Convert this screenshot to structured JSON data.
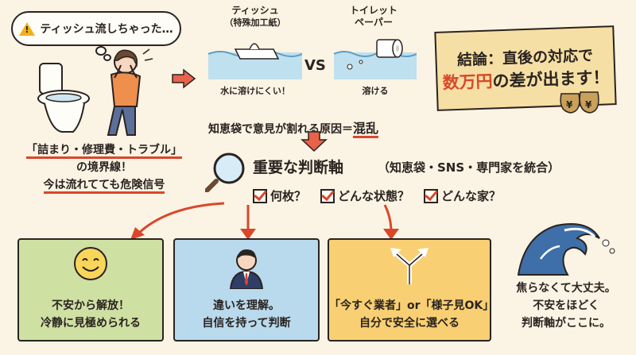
{
  "thought": {
    "text": "ティッシュ流しちゃった…",
    "warn": "!"
  },
  "left_text": {
    "line1": "「詰まり・修理費・トラブル」",
    "line2": "の境界線！",
    "line3": "今は流れてても危険信号"
  },
  "compare": {
    "tissue_label_1": "ティッシュ",
    "tissue_label_2": "（特殊加工紙）",
    "tissue_caption": "水に溶けにくい！",
    "vs": "VS",
    "tp_label_1": "トイレット",
    "tp_label_2": "ペーパー",
    "tp_caption": "溶ける"
  },
  "cause": {
    "text": "知恵袋で意見が割れる原因＝",
    "highlight": "混乱"
  },
  "banner": {
    "line1": "結論：直後の対応で",
    "line2_red": "数万円",
    "line2_rest": "の差が出ます！",
    "bag_mark": "¥"
  },
  "axis": {
    "title": "重要な判断軸",
    "subtitle": "（知恵袋・SNS・専門家を統合）"
  },
  "checks": [
    "何枚？",
    "どんな状態？",
    "どんな家？"
  ],
  "cards": {
    "card1": {
      "line1": "不安から解放！",
      "line2": "冷静に見極められる"
    },
    "card2": {
      "line1": "違いを理解。",
      "line2": "自信を持って判断"
    },
    "card3": {
      "line1": "「今すぐ業者」or「様子見OK」",
      "line2": "自分で安全に選べる"
    }
  },
  "final": {
    "line1": "焦らなくて大丈夫。",
    "line2": "不安をほどく",
    "line3": "判断軸がここに。"
  },
  "colors": {
    "background": "#fbf3e3",
    "accent_red": "#d9472b",
    "card_green": "#cfe0a3",
    "card_blue": "#b9d9ec",
    "card_yellow": "#f8cf72",
    "banner": "#f6dfa4"
  }
}
